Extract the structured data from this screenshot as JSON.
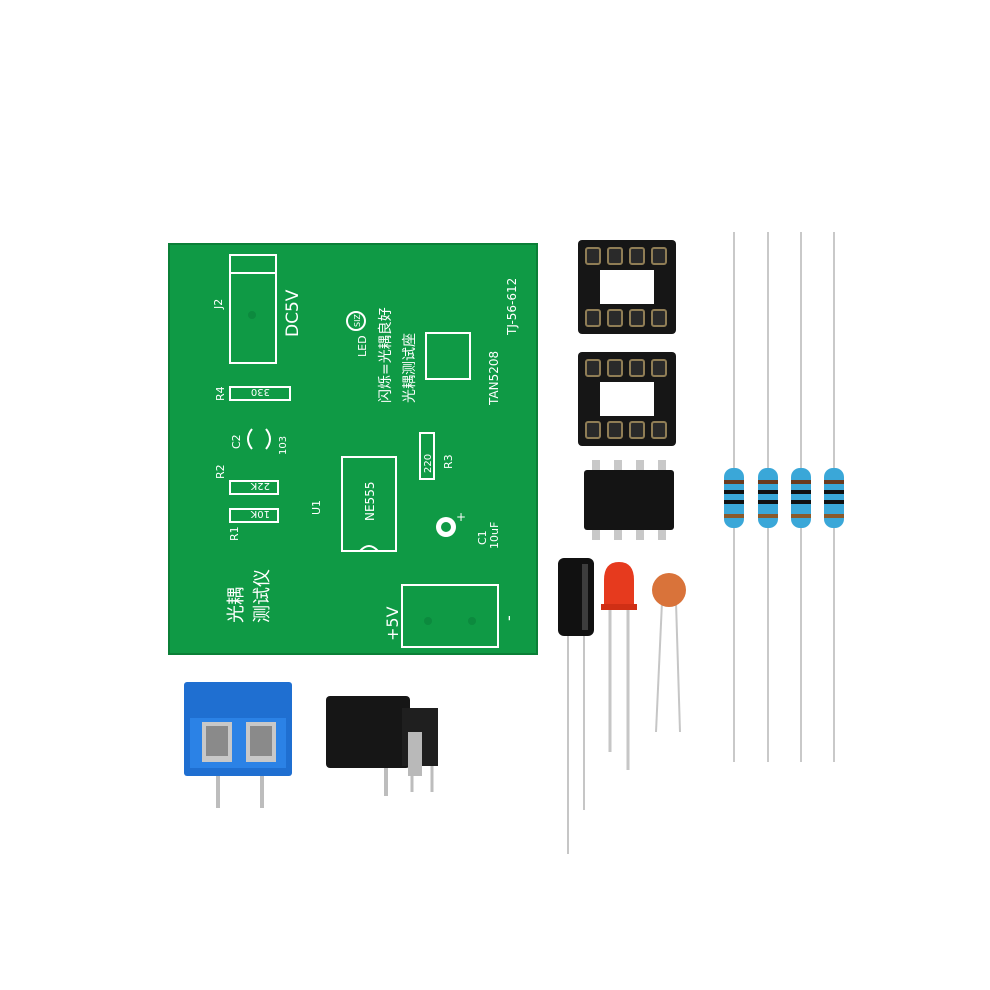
{
  "colors": {
    "background": "#ffffff",
    "pcb_green": "#0f9a45",
    "silkscreen": "#ffffff",
    "terminal_blue": "#1f6fd1",
    "socket_black": "#161616",
    "resistor_blue": "#3aa7d8",
    "led_red": "#e63a1e",
    "ceramic_cap": "#d9733a"
  },
  "icons": [
    "pcb-board",
    "terminal-block",
    "dc-jack",
    "ic-socket",
    "ne555-chip",
    "electrolytic-capacitor",
    "red-led",
    "ceramic-capacitor",
    "resistor"
  ],
  "pcb": {
    "j2": "J2",
    "dc5v": "DC5V",
    "led": "LED",
    "led_note": "闪烁=光耦良好",
    "socket_note": "光耦测试座",
    "model": "TAN5208",
    "code": "TJ-56-612",
    "r4": "R4",
    "r4_value": "330",
    "c2": "C2",
    "c2_value": "103",
    "r3": "R3",
    "r3_value": "220",
    "r2": "R2",
    "r2_value": "22K",
    "u1": "U1",
    "ic": "NE555",
    "r1": "R1",
    "r1_value": "10K",
    "c1": "C1",
    "c1_value": "10uF",
    "title_line1": "光耦",
    "title_line2": "测试仪",
    "plus5v": "+5V",
    "minus": "-",
    "u2_mark": "SIZ"
  }
}
